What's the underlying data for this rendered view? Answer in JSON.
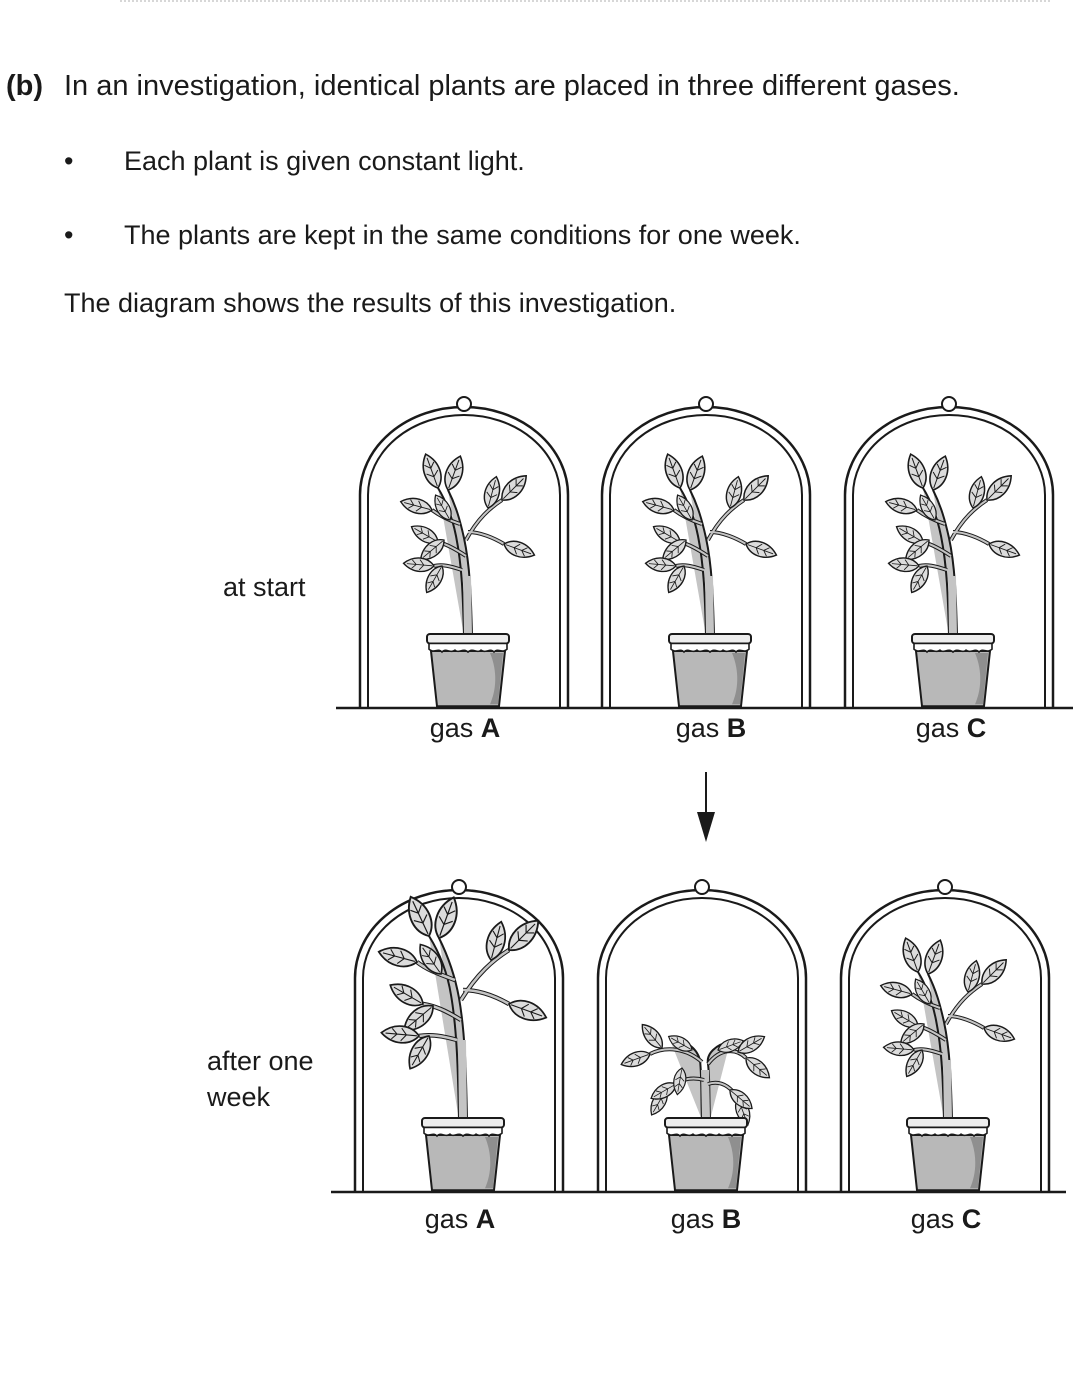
{
  "question": {
    "label": "(b)",
    "text": "In an investigation, identical plants are placed in three different gases.",
    "bullets": [
      "Each plant is given constant light.",
      "The plants are kept in the same conditions for one week."
    ],
    "bullet_symbol": "•",
    "intro": "The diagram shows the results of this investigation."
  },
  "diagram": {
    "rows": [
      {
        "label": "at start",
        "gases": [
          {
            "prefix": "gas",
            "letter": "A"
          },
          {
            "prefix": "gas",
            "letter": "B"
          },
          {
            "prefix": "gas",
            "letter": "C"
          }
        ]
      },
      {
        "label": "after one week",
        "gases": [
          {
            "prefix": "gas",
            "letter": "A"
          },
          {
            "prefix": "gas",
            "letter": "B"
          },
          {
            "prefix": "gas",
            "letter": "C"
          }
        ]
      }
    ],
    "plant_states": {
      "start": [
        "normal",
        "normal",
        "normal"
      ],
      "after": [
        "grown",
        "wilted",
        "normal"
      ]
    },
    "colors": {
      "outline": "#1a1a1a",
      "leaf_fill": "#dcdcdc",
      "stem_fill": "#c4c4c4",
      "pot_fill": "#b8b8b8",
      "pot_shade": "#8f8f8f",
      "rim_fill": "#ededed"
    }
  }
}
